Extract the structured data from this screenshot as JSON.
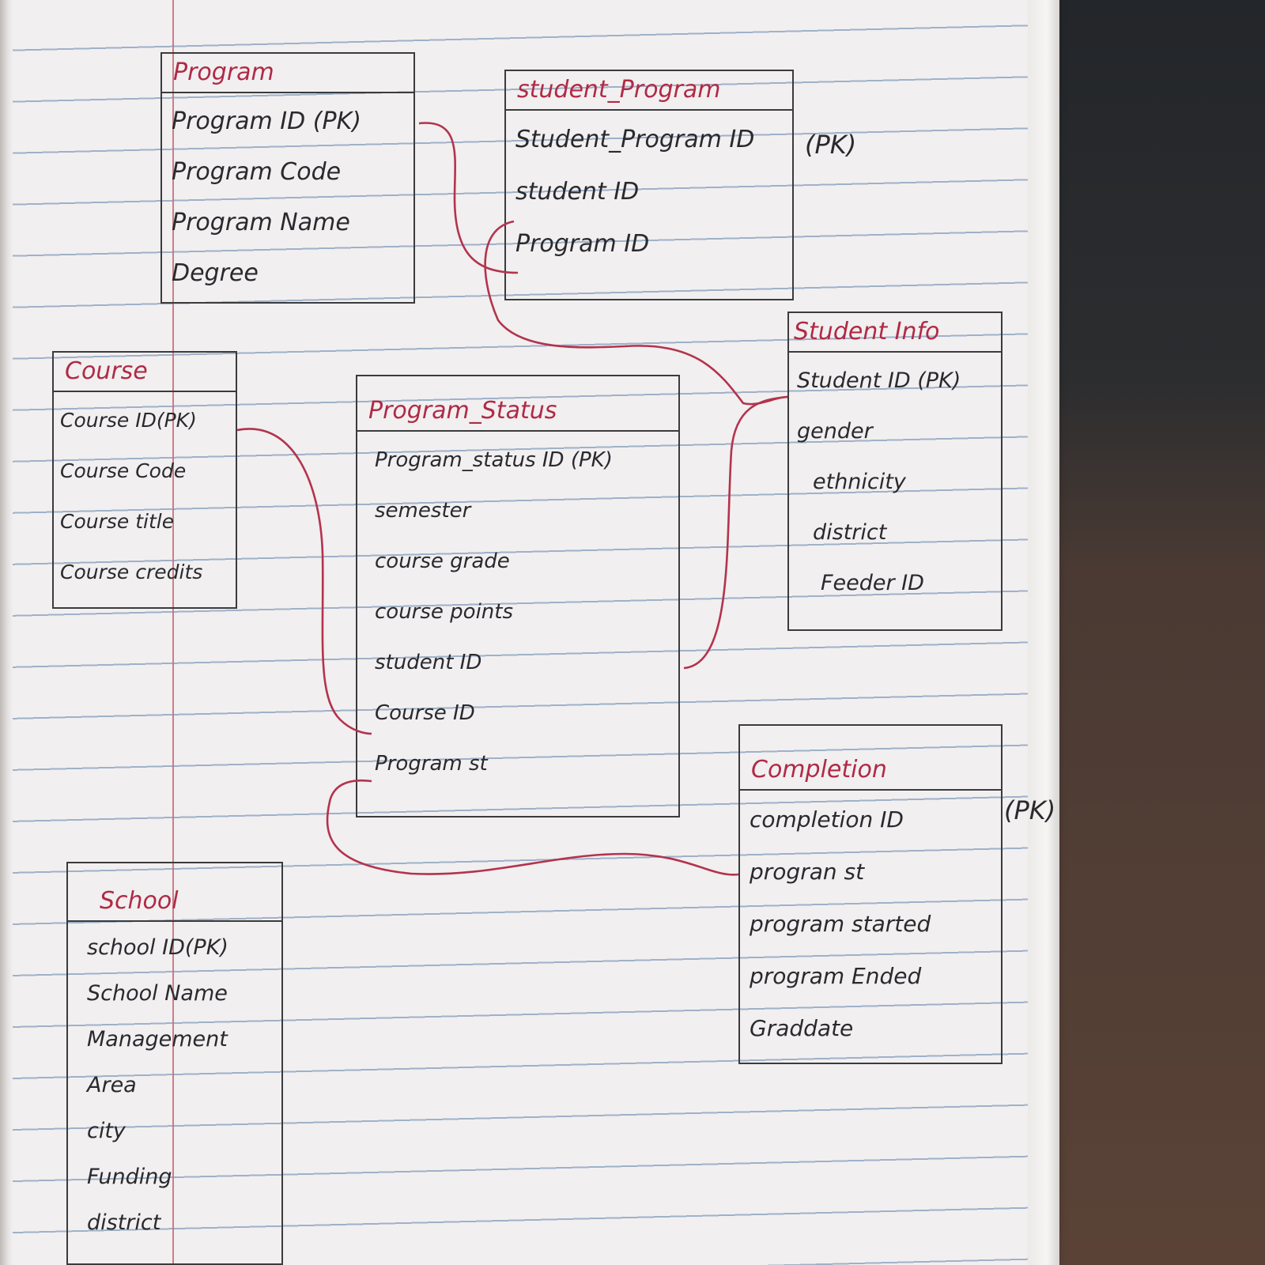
{
  "diagram": {
    "entities": [
      {
        "id": "program",
        "title": "Program",
        "fields": [
          "Program ID (PK)",
          "Program Code",
          "Program Name",
          "Degree"
        ]
      },
      {
        "id": "student_program",
        "title": "student_Program",
        "fields": [
          "Student_Program ID",
          "student ID",
          "Program ID"
        ],
        "pk_note": "(PK)"
      },
      {
        "id": "course",
        "title": "Course",
        "fields": [
          "Course ID(PK)",
          "Course Code",
          "Course title",
          "Course credits"
        ]
      },
      {
        "id": "program_status",
        "title": "Program_Status",
        "fields": [
          "Program_status ID (PK)",
          "semester",
          "course grade",
          "course points",
          "student ID",
          "Course ID",
          "Program st"
        ]
      },
      {
        "id": "student_info",
        "title": "Student Info",
        "fields": [
          "Student ID (PK)",
          "gender",
          "ethnicity",
          "district",
          "Feeder ID"
        ]
      },
      {
        "id": "completion",
        "title": "Completion",
        "fields": [
          "completion ID",
          "progran st",
          "program started",
          "program Ended",
          "Graddate"
        ],
        "pk_note": "(PK)"
      },
      {
        "id": "school",
        "title": "School",
        "fields": [
          "school ID(PK)",
          "School Name",
          "Management",
          "Area",
          "city",
          "Funding",
          "district"
        ]
      }
    ],
    "link_color": "#b3334d",
    "title_color": "#b02a45"
  }
}
